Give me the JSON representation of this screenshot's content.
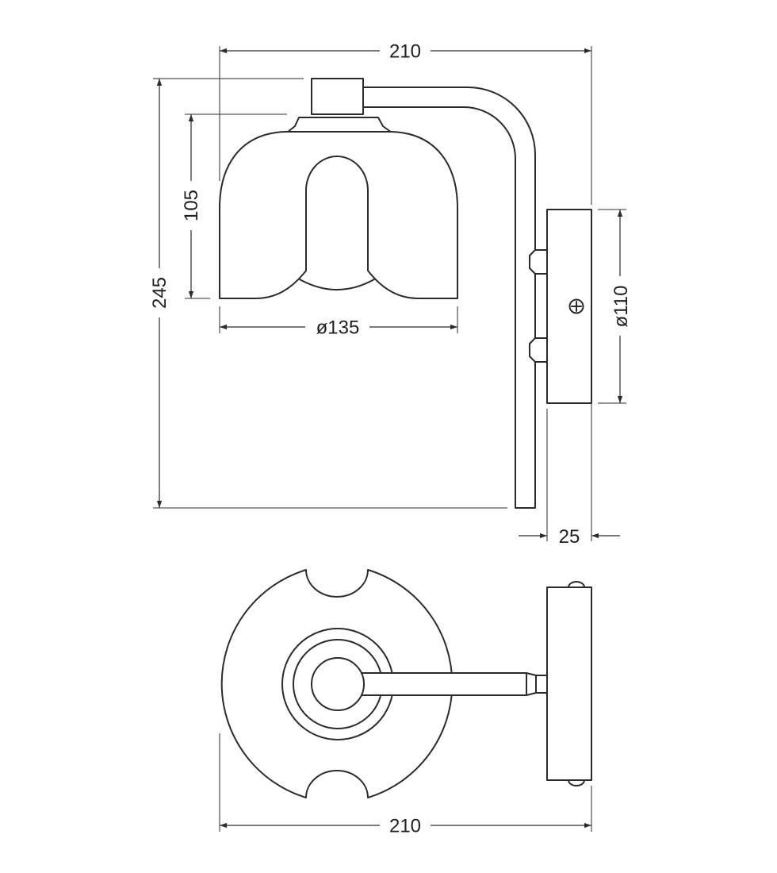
{
  "dimensions": {
    "front_width": "210",
    "total_height": "245",
    "shade_height": "105",
    "shade_diameter": "ø135",
    "base_diameter": "ø110",
    "base_depth": "25",
    "top_width": "210"
  },
  "colors": {
    "line": "#2b2b2b",
    "background": "#ffffff"
  }
}
